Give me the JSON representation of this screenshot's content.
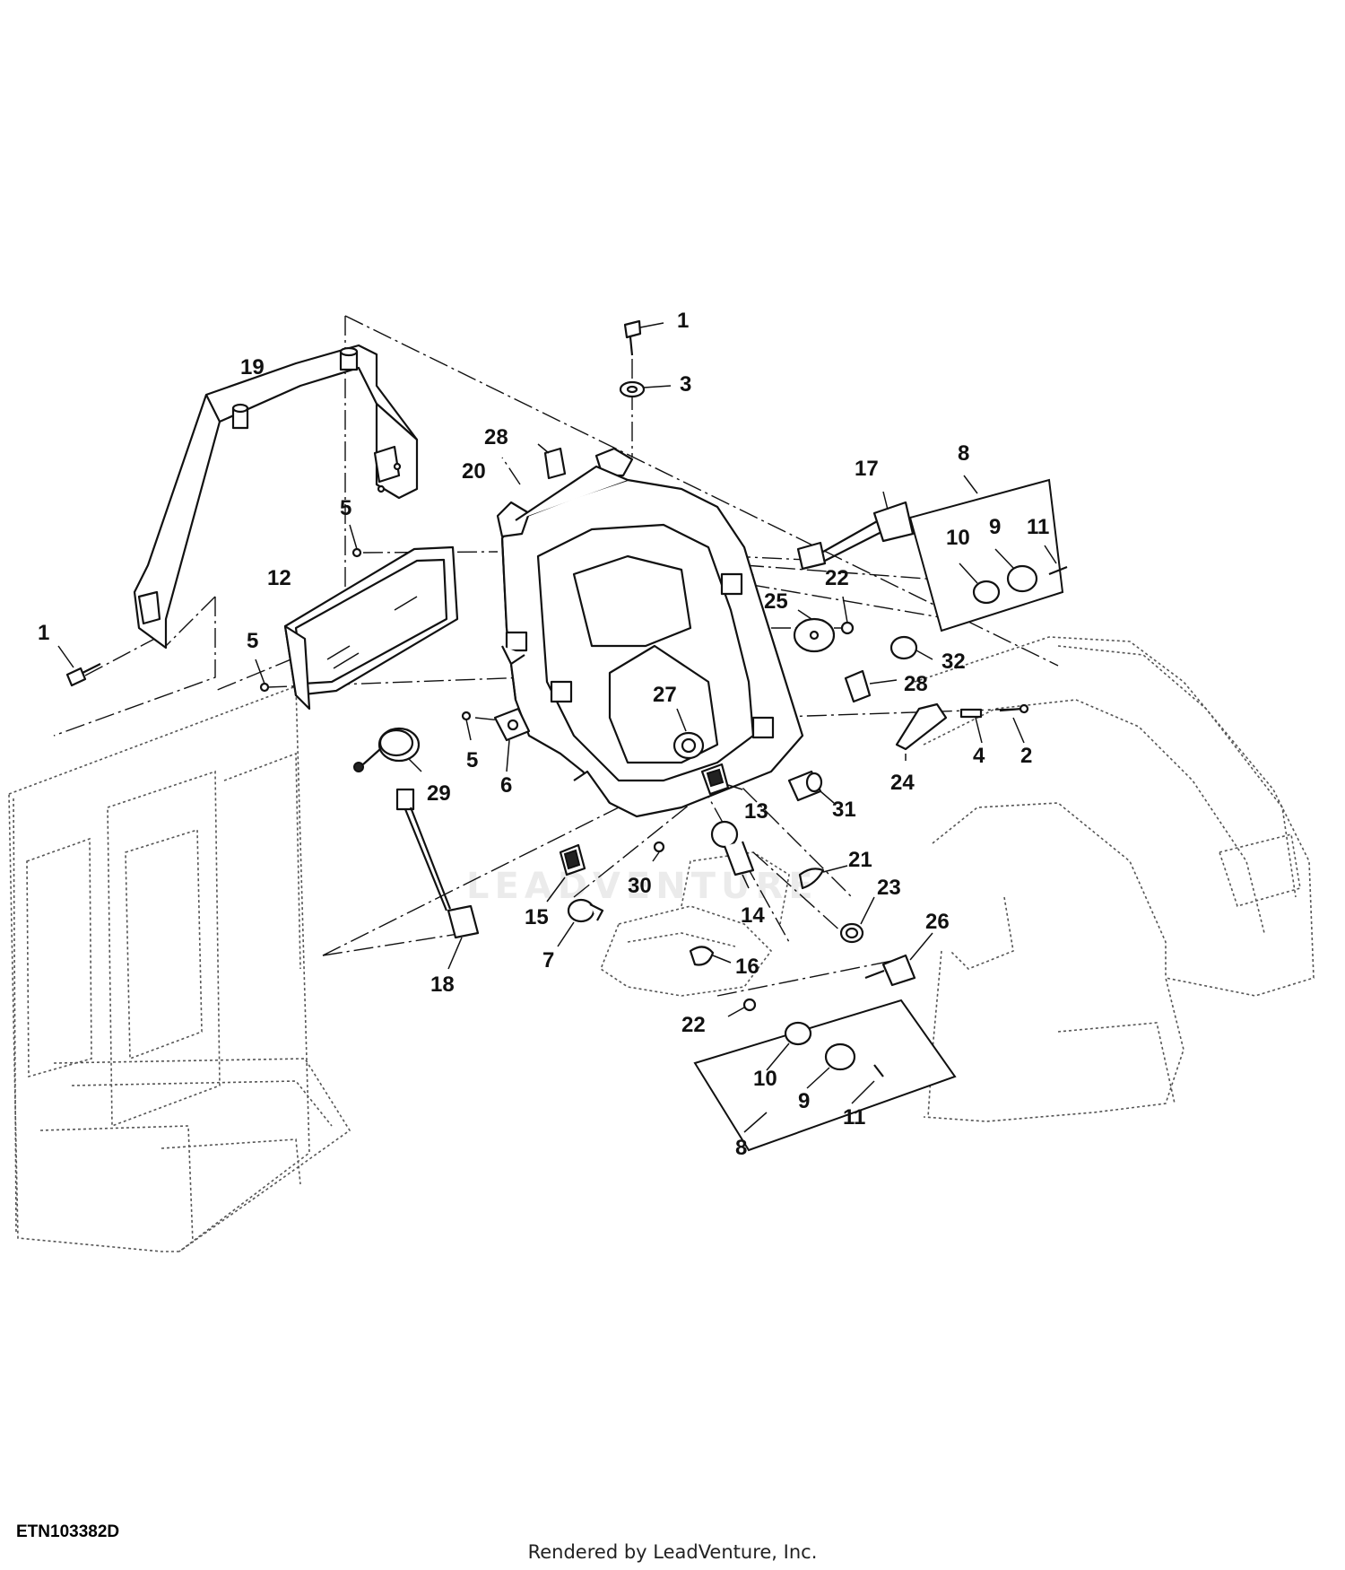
{
  "diagram": {
    "drawing_id": "ETN103382D",
    "footer": "Rendered by LeadVenture, Inc.",
    "watermark": "LEADVENTURE",
    "callouts": [
      {
        "key": "c1a",
        "text": "1"
      },
      {
        "key": "c1b",
        "text": "1"
      },
      {
        "key": "c2",
        "text": "2"
      },
      {
        "key": "c3",
        "text": "3"
      },
      {
        "key": "c4",
        "text": "4"
      },
      {
        "key": "c5a",
        "text": "5"
      },
      {
        "key": "c5b",
        "text": "5"
      },
      {
        "key": "c5c",
        "text": "5"
      },
      {
        "key": "c6",
        "text": "6"
      },
      {
        "key": "c7",
        "text": "7"
      },
      {
        "key": "c8a",
        "text": "8"
      },
      {
        "key": "c8b",
        "text": "8"
      },
      {
        "key": "c9a",
        "text": "9"
      },
      {
        "key": "c9b",
        "text": "9"
      },
      {
        "key": "c10a",
        "text": "10"
      },
      {
        "key": "c10b",
        "text": "10"
      },
      {
        "key": "c11a",
        "text": "11"
      },
      {
        "key": "c11b",
        "text": "11"
      },
      {
        "key": "c12",
        "text": "12"
      },
      {
        "key": "c13",
        "text": "13"
      },
      {
        "key": "c14",
        "text": "14"
      },
      {
        "key": "c15",
        "text": "15"
      },
      {
        "key": "c16",
        "text": "16"
      },
      {
        "key": "c17",
        "text": "17"
      },
      {
        "key": "c18",
        "text": "18"
      },
      {
        "key": "c19",
        "text": "19"
      },
      {
        "key": "c20",
        "text": "20"
      },
      {
        "key": "c21",
        "text": "21"
      },
      {
        "key": "c22a",
        "text": "22"
      },
      {
        "key": "c22b",
        "text": "22"
      },
      {
        "key": "c23",
        "text": "23"
      },
      {
        "key": "c24",
        "text": "24"
      },
      {
        "key": "c25",
        "text": "25"
      },
      {
        "key": "c26",
        "text": "26"
      },
      {
        "key": "c27",
        "text": "27"
      },
      {
        "key": "c28a",
        "text": "28"
      },
      {
        "key": "c28b",
        "text": "28"
      },
      {
        "key": "c29",
        "text": "29"
      },
      {
        "key": "c30",
        "text": "30"
      },
      {
        "key": "c31",
        "text": "31"
      },
      {
        "key": "c32",
        "text": "32"
      }
    ]
  }
}
